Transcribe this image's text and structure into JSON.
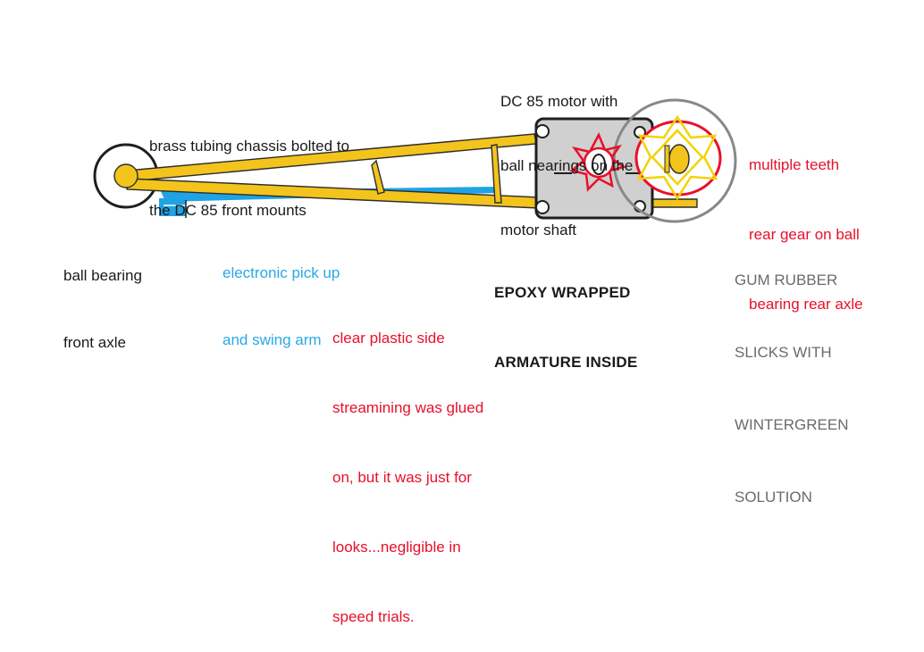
{
  "colors": {
    "chassis": "#f2c41c",
    "chassis_outline": "#2b2b2b",
    "pickup": "#1fa3e4",
    "motor_body": "#d0d0d0",
    "gear_red": "#e8102a",
    "gear_yellow": "#f2d400",
    "tire_outline": "#888888",
    "label_black": "#1a1a1a",
    "label_blue": "#29a9e6",
    "label_red": "#e8102a",
    "label_gray": "#6b6b6b"
  },
  "labels": {
    "motor": [
      "DC 85 motor with",
      "ball nearings on the",
      "motor shaft"
    ],
    "chassis": [
      "brass tubing chassis bolted to",
      "the DC 85 front mounts"
    ],
    "rear_gear": [
      "multiple teeth",
      "rear gear on ball",
      "bearing rear axle"
    ],
    "front_axle": [
      "ball bearing",
      "front axle"
    ],
    "pickup": [
      "electronic pick up",
      "and swing arm"
    ],
    "armature": [
      "EPOXY WRAPPED",
      "ARMATURE INSIDE"
    ],
    "tires": [
      "GUM RUBBER",
      "SLICKS WITH",
      "WINTERGREEN",
      "SOLUTION"
    ],
    "streamlining": [
      "clear plastic side",
      "streamining was glued",
      "on, but it was just for",
      "looks...negligible in",
      "speed trials."
    ]
  }
}
